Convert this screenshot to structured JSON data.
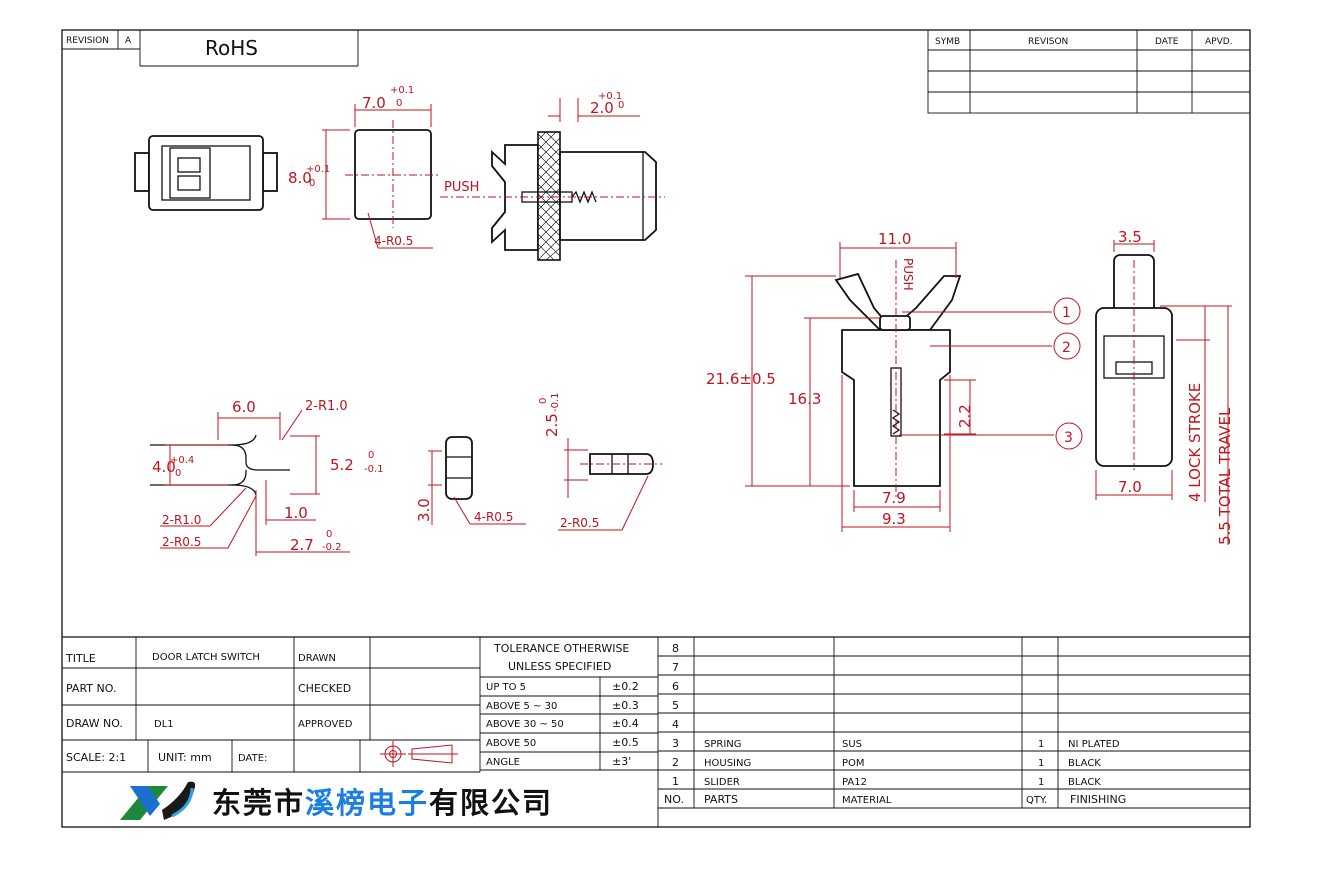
{
  "revision_box": {
    "label": "REVISION",
    "letter": "A",
    "rohs": "RoHS"
  },
  "revision_table": {
    "headers": [
      "SYMB",
      "REVISON",
      "DATE",
      "APVD."
    ]
  },
  "top_views": {
    "width_dim": "7.0",
    "width_tol_plus": "+0.1",
    "width_tol_minus": "0",
    "height_dim": "8.0",
    "height_tol_plus": "+0.1",
    "height_tol_minus": "0",
    "radius_label": "4-R0.5",
    "push_label": "PUSH",
    "panel_dim": "2.0",
    "panel_tol_plus": "+0.1",
    "panel_tol_minus": "0"
  },
  "cutout_views": {
    "width": "6.0",
    "radius_top": "2-R1.0",
    "height": "4.0",
    "height_tol_plus": "+0.4",
    "height_tol_minus": "0",
    "right_dim": "5.2",
    "right_tol_plus": "0",
    "right_tol_minus": "-0.1",
    "r10": "2-R1.0",
    "r05": "2-R0.5",
    "d10": "1.0",
    "d27": "2.7",
    "d27_tol_plus": "0",
    "d27_tol_minus": "-0.2",
    "slot_h": "3.0",
    "slot_r": "4-R0.5",
    "s25": "2.5",
    "s25_tol_plus": "0",
    "s25_tol_minus": "-0.1",
    "s_r": "2-R0.5"
  },
  "main_views": {
    "top_width": "11.0",
    "push": "PUSH",
    "overall": "21.6±0.5",
    "body_h": "16.3",
    "step": "2.2",
    "inner_w": "7.9",
    "outer_w": "9.3",
    "balloons": [
      "1",
      "2",
      "3"
    ],
    "side_width": "3.5",
    "side_bottom": "7.0",
    "lock_stroke": "4 LOCK STROKE",
    "total_travel": "5.5 TOTAL TRAVEL"
  },
  "title_block": {
    "title_label": "TITLE",
    "title_value": "DOOR LATCH SWITCH",
    "part_label": "PART NO.",
    "part_value": "",
    "draw_label": "DRAW NO.",
    "draw_value": "DL1",
    "scale": "SCALE: 2:1",
    "unit": "UNIT: mm",
    "date": "DATE:",
    "drawn": "DRAWN",
    "checked": "CHECKED",
    "approved": "APPROVED",
    "tol_title_1": "TOLERANCE OTHERWISE",
    "tol_title_2": "UNLESS SPECIFIED",
    "tolerances": [
      {
        "range": "UP TO 5",
        "tol": "±0.2"
      },
      {
        "range": "ABOVE 5 ~ 30",
        "tol": "±0.3"
      },
      {
        "range": "ABOVE 30 ~ 50",
        "tol": "±0.4"
      },
      {
        "range": "ABOVE 50",
        "tol": "±0.5"
      },
      {
        "range": "ANGLE",
        "tol": "±3'"
      }
    ],
    "company_black_1": "东莞市",
    "company_blue": "溪榜电子",
    "company_black_2": "有限公司"
  },
  "bom": {
    "rows": [
      {
        "no": "8",
        "part": "",
        "material": "",
        "qty": "",
        "finish": ""
      },
      {
        "no": "7",
        "part": "",
        "material": "",
        "qty": "",
        "finish": ""
      },
      {
        "no": "6",
        "part": "",
        "material": "",
        "qty": "",
        "finish": ""
      },
      {
        "no": "5",
        "part": "",
        "material": "",
        "qty": "",
        "finish": ""
      },
      {
        "no": "4",
        "part": "",
        "material": "",
        "qty": "",
        "finish": ""
      },
      {
        "no": "3",
        "part": "SPRING",
        "material": "SUS",
        "qty": "1",
        "finish": "NI PLATED"
      },
      {
        "no": "2",
        "part": "HOUSING",
        "material": "POM",
        "qty": "1",
        "finish": "BLACK"
      },
      {
        "no": "1",
        "part": "SLIDER",
        "material": "PA12",
        "qty": "1",
        "finish": "BLACK"
      }
    ],
    "header": {
      "no": "NO.",
      "part": "PARTS",
      "material": "MATERIAL",
      "qty": "QTY.",
      "finish": "FINISHING"
    }
  }
}
